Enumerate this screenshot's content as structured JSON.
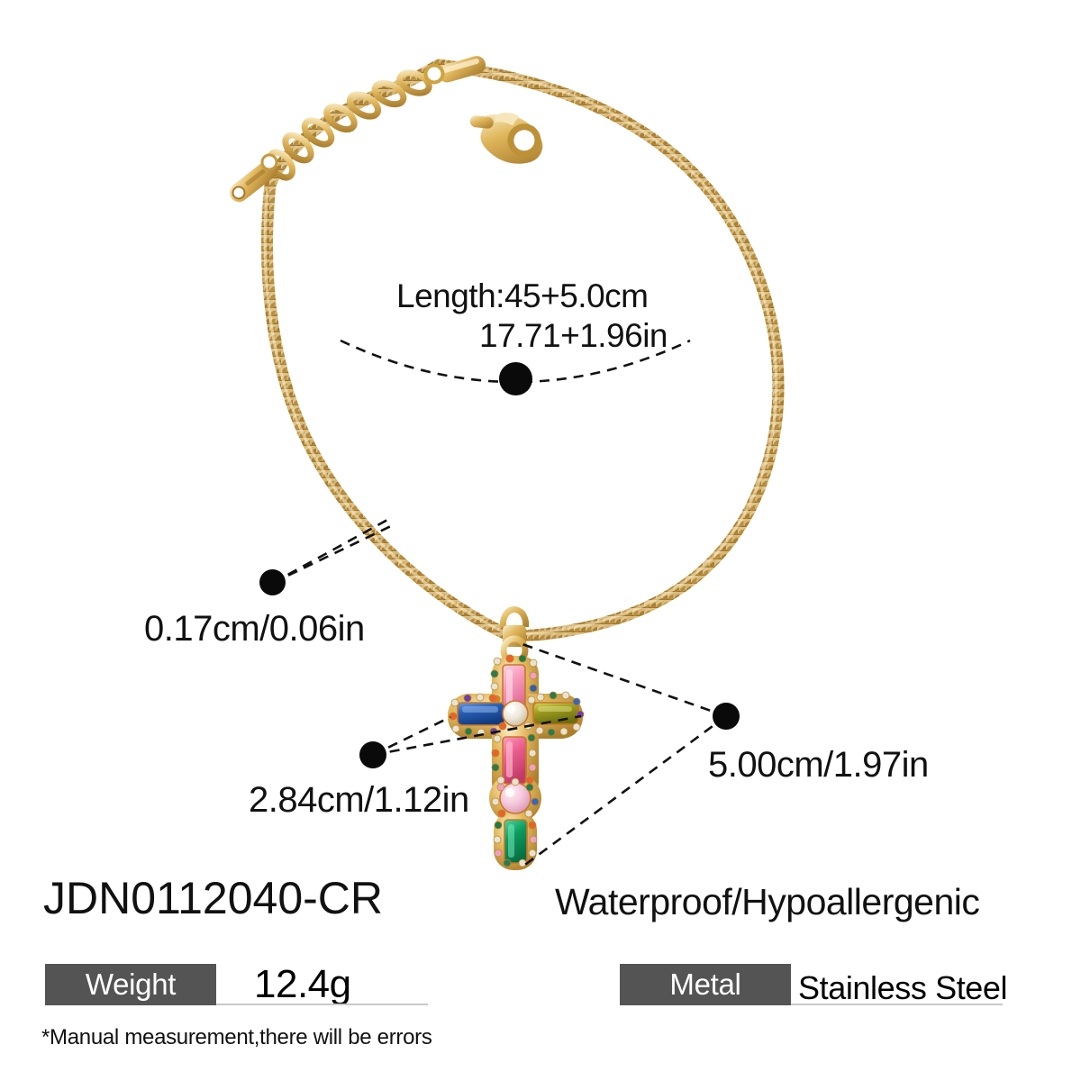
{
  "product": {
    "sku": "JDN0112040-CR",
    "features": "Waterproof/Hypoallergenic",
    "footnote": "*Manual measurement,there will be errors"
  },
  "callouts": {
    "length_cm": "Length:45+5.0cm",
    "length_in": "17.71+1.96in",
    "chain_thickness": "0.17cm/0.06in",
    "pendant_width": "2.84cm/1.12in",
    "pendant_height": "5.00cm/1.97in"
  },
  "specs": [
    {
      "label": "Weight",
      "value": "12.4g"
    },
    {
      "label": "Metal",
      "value": "Stainless Steel"
    }
  ],
  "colors": {
    "gold_light": "#f0d79a",
    "gold_mid": "#d9ae55",
    "gold_dark": "#a8782a",
    "spec_box": "#545454",
    "line": "#111111",
    "gem_pink": "#f59ab8",
    "gem_blue": "#1b4fa8",
    "gem_olive": "#8f8f18",
    "gem_rose": "#e8628f",
    "gem_green": "#0e9a5e",
    "gem_clear": "#f5f2ea"
  },
  "icons": {
    "clasp": "lobster-clasp-icon",
    "extender": "extender-chain-icon",
    "pendant": "cross-pendant-icon"
  }
}
